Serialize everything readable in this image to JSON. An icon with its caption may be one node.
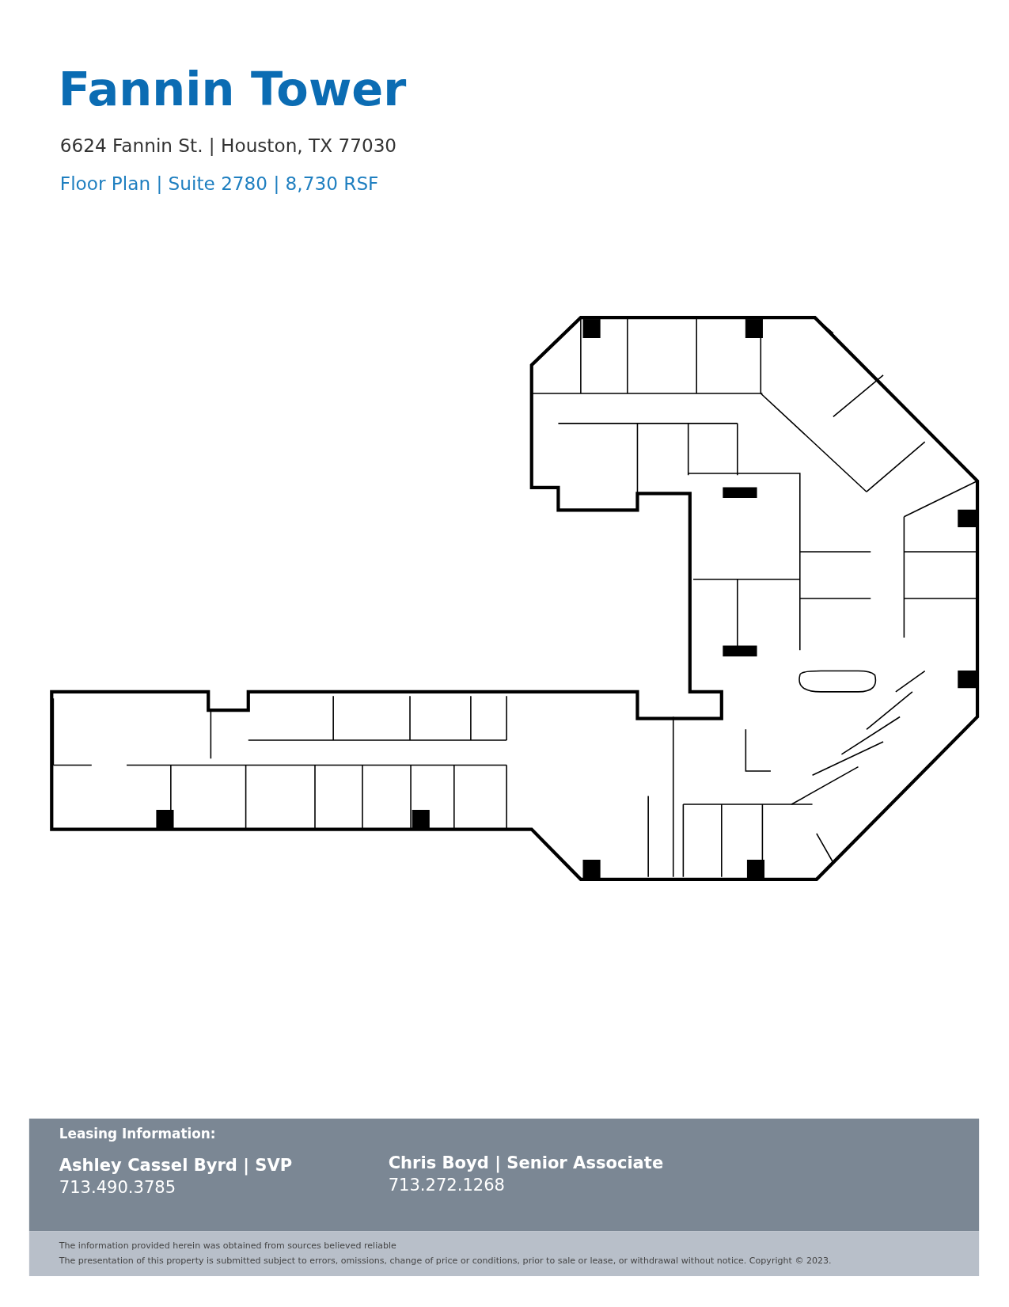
{
  "diagram": {
    "title": "Fannin Tower",
    "labels": [
      "6624 Fannin St. | Houston, TX 77030",
      "Floor Plan | Suite 2780 | 8,730 RSF",
      "Leasing Information:",
      "Ashley Cassel Byrd | SVP",
      "713.490.3785",
      "Chris Boyd | Senior Associate",
      "713.272.1268",
      "The information provided herein was obtained from sources believed reliable",
      "The presentation of this property is submitted subject to errors, omissions, change of price or conditions, prior to sale or lease, or withdrawal without notice. Copyright © 2023."
    ]
  }
}
